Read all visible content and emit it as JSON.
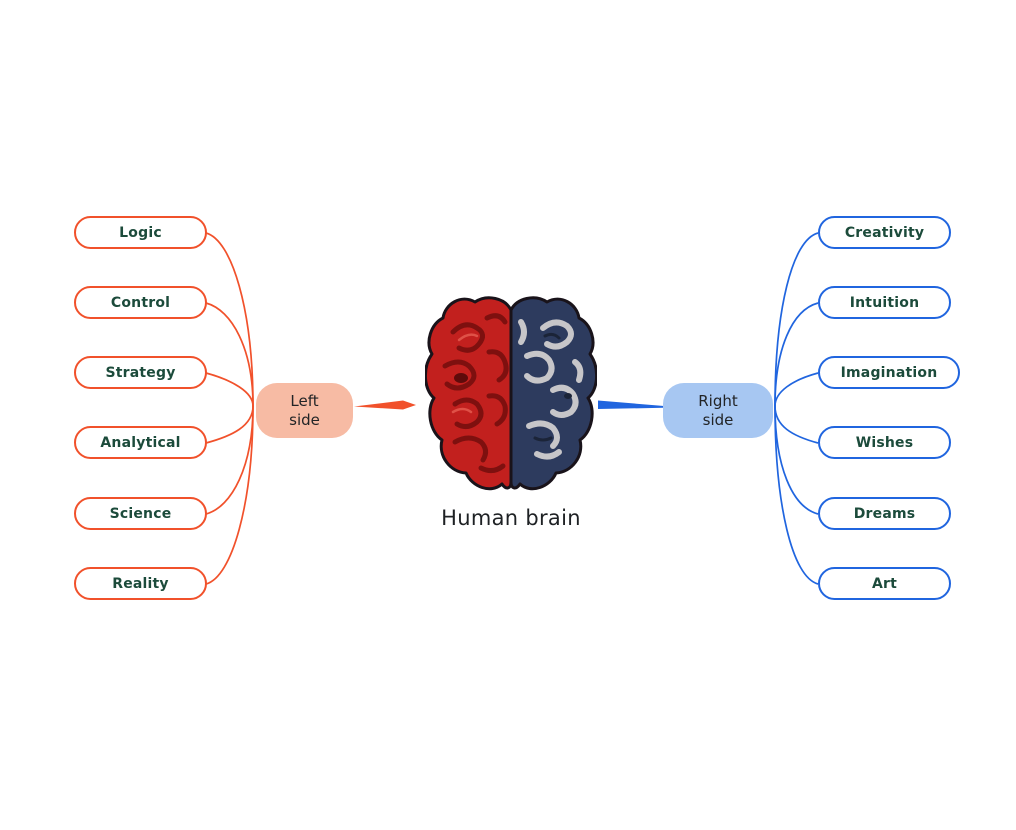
{
  "main": {
    "title": "Human brain",
    "diagram_type": "mind-map"
  },
  "left_branch": {
    "label": "Left side",
    "items": [
      "Logic",
      "Control",
      "Strategy",
      "Analytical",
      "Science",
      "Reality"
    ]
  },
  "right_branch": {
    "label": "Right side",
    "items": [
      "Creativity",
      "Intuition",
      "Imagination",
      "Wishes",
      "Dreams",
      "Art"
    ]
  },
  "colors": {
    "left_accent": "#F1512B",
    "left_hub_fill": "#F7BBA4",
    "right_accent": "#2065DF",
    "right_hub_fill": "#A7C7F2",
    "item_text": "#1C4B3B",
    "hub_text": "#222426",
    "title_text": "#1E2124",
    "brain_left_fill": "#C2201E",
    "brain_right_fill": "#2D3B5E",
    "background": "#FFFFFF"
  }
}
